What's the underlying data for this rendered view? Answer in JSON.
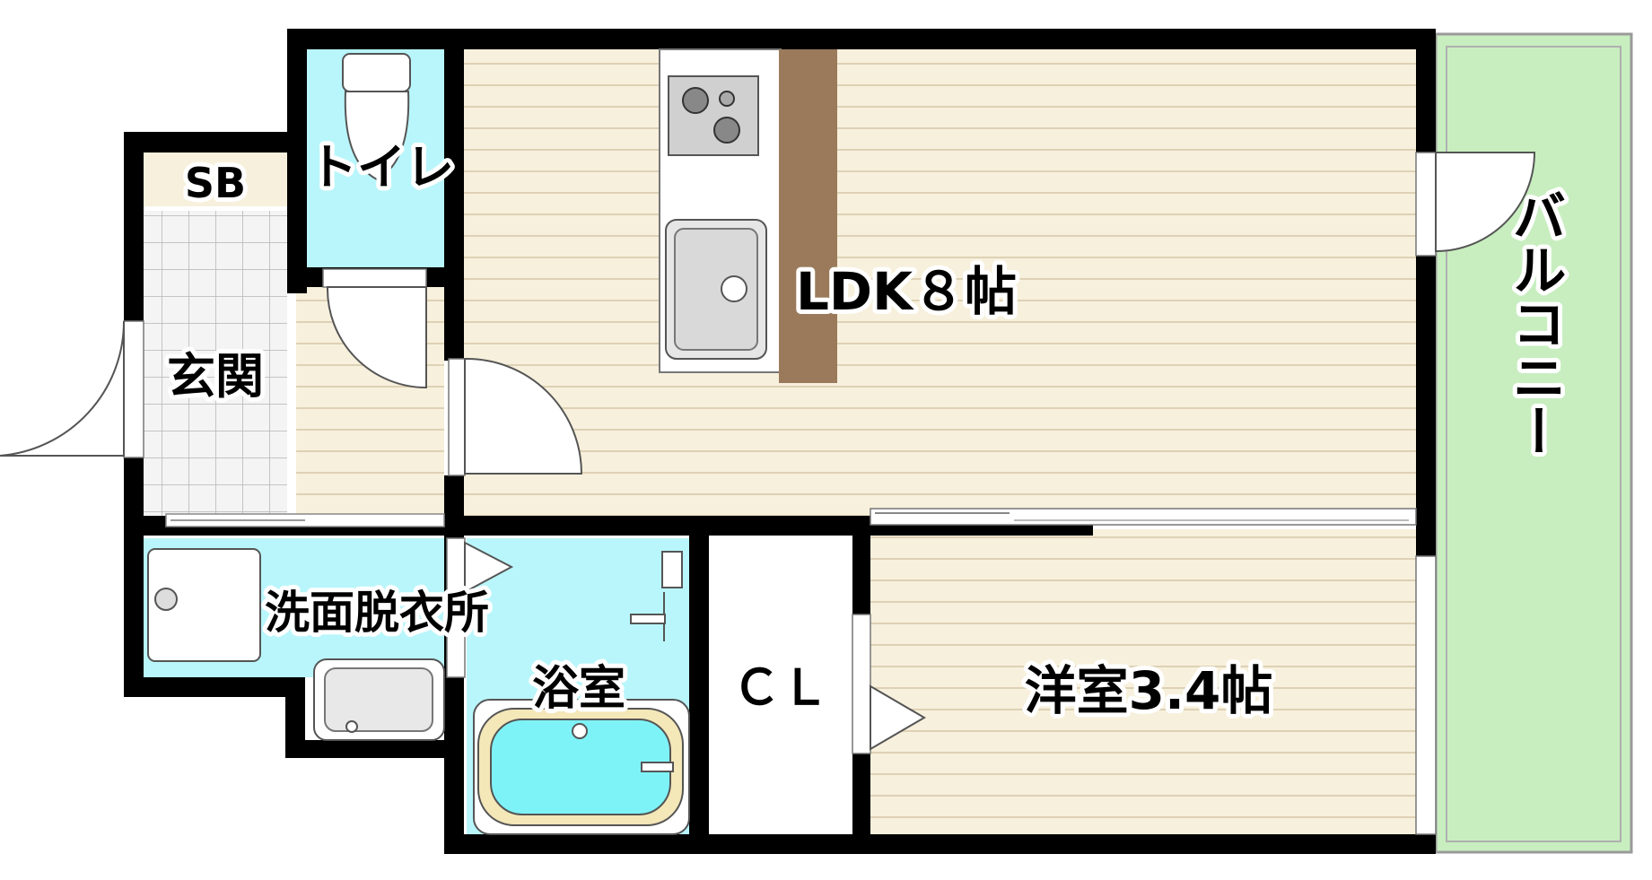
{
  "floor_plan": {
    "rooms": {
      "ldk": {
        "label": "LDK８帖"
      },
      "western_room": {
        "label": "洋室3.4帖"
      },
      "toilet": {
        "label": "トイレ"
      },
      "shoe_box": {
        "label": "SB"
      },
      "entrance": {
        "label": "玄関"
      },
      "washroom": {
        "label": "洗面脱衣所"
      },
      "bathroom": {
        "label": "浴室"
      },
      "closet": {
        "label": "ＣＬ"
      },
      "balcony": {
        "label": "バルコニー"
      }
    },
    "colors": {
      "wall": "#000000",
      "wood_floor": "#f7f0dc",
      "wood_line": "#c9b99a",
      "wet_area": "#b9f6fb",
      "bathtub_water": "#7ef3f7",
      "balcony": "#c8eec0",
      "counter": "#9a7a5a",
      "tile": "#f3f3f3"
    },
    "icons": [
      "toilet-icon",
      "stove-icon",
      "sink-icon",
      "bathtub-icon",
      "washbasin-icon",
      "washer-pan-icon",
      "shower-faucet-icon"
    ]
  }
}
